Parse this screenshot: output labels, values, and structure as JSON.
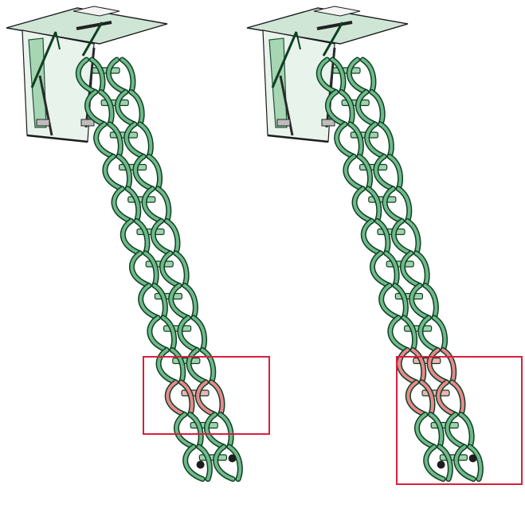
{
  "figure": {
    "panels": [
      {
        "id": "left",
        "rungs": 13,
        "highlight_rungs": [
          10
        ]
      },
      {
        "id": "right",
        "rungs": 13,
        "highlight_rungs": [
          9,
          10
        ]
      }
    ]
  },
  "colors": {
    "background": "#ffffff",
    "green_fill": "#6fb98a",
    "green_light": "#9fd3ad",
    "green_dark": "#0f3f22",
    "pink_fill": "#e8898e",
    "pink_light": "#f2b3b6",
    "highlight_box": "#d81f3c",
    "hatch_frame": "#cfe6d6",
    "hatch_edge": "#1c1c1c",
    "hinge_gray": "#bdbdbd"
  },
  "icons": {
    "ladder": "folding-scissor-ladder",
    "hatch": "ceiling-hatch-icon",
    "foot": "rubber-foot-icon",
    "highlight": "highlight-rectangle"
  }
}
